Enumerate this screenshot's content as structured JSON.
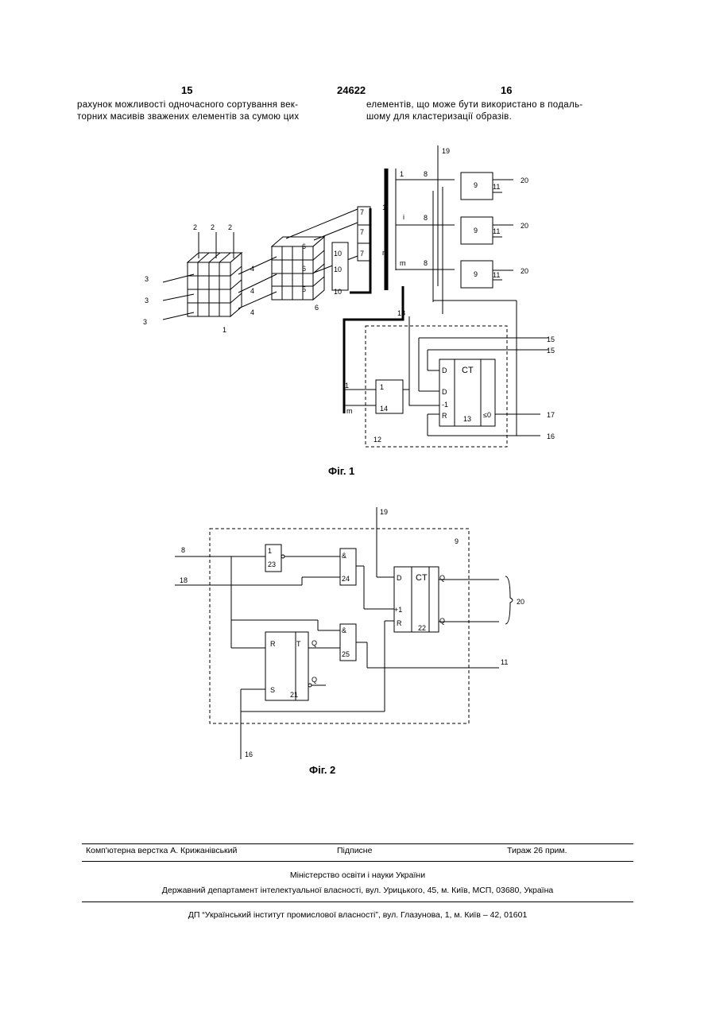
{
  "header": {
    "page_left": "15",
    "doc_number": "24622",
    "page_right": "16"
  },
  "text": {
    "left_line1": "рахунок можливості одночасного сортування век-",
    "left_line2": "торних масивів зважених елементів за сумою цих",
    "right_line1": "елементів, що може бути використано в подаль-",
    "right_line2": "шому для кластеризації образів."
  },
  "fig1": {
    "caption": "Фіг. 1"
  },
  "fig2": {
    "caption": "Фіг. 2"
  },
  "footer": {
    "typesetter": "Комп'ютерна верстка А. Крижанівський",
    "signed": "Підписне",
    "circulation": "Тираж 26 прим.",
    "ministry": "Міністерство освіти і науки України",
    "department": "Державний департамент інтелектуальної власності, вул. Урицького, 45, м. Київ, МСП, 03680, Україна",
    "institute": "ДП “Український інститут промислової власності”, вул. Глазунова, 1, м. Київ – 42, 01601"
  }
}
